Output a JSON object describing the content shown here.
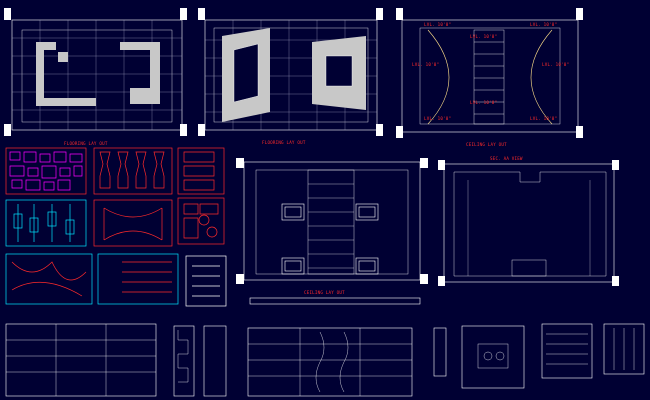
{
  "drawing": {
    "colors": {
      "background": "#000033",
      "linework": "#ffffff",
      "annotation": "#ff2a2a",
      "dimension": "#ffff66",
      "pattern_cyan": "#00e5ff",
      "pattern_magenta": "#ff00ff"
    },
    "labels": {
      "flooring": "FLOORING LAY OUT",
      "ceiling_top": "CEILING LAY OUT",
      "section": "SEC. AA VIEW",
      "ceiling_mid": "CEILING LAY OUT",
      "pattern": "FLOORING LAY OUT",
      "lvl": "LVL. 10'0\""
    }
  }
}
